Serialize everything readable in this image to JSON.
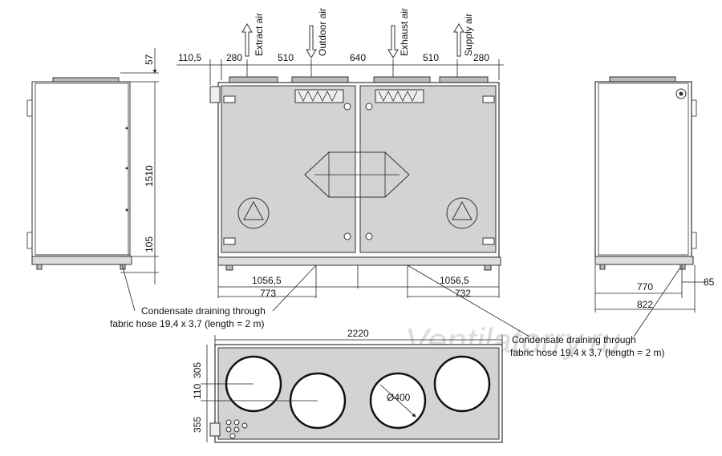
{
  "airflows": {
    "extract": "Extract air",
    "outdoor": "Outdoor air",
    "exhaust": "Exhaust air",
    "supply": "Supply air"
  },
  "dims_top": [
    "110,5",
    "280",
    "510",
    "640",
    "510",
    "280"
  ],
  "dims_left": {
    "top": "57",
    "height": "1510",
    "bottom": "105"
  },
  "dims_front_bottom": {
    "left_a": "1056,5",
    "left_b": "773",
    "right_a": "1056,5",
    "right_b": "732"
  },
  "dims_right": {
    "a": "770",
    "b": "85",
    "c": "822"
  },
  "dims_plan": {
    "width": "2220",
    "a": "305",
    "b": "110",
    "c": "355",
    "diameter": "Ø400"
  },
  "condensate": {
    "left_line1": "Condensate draining through",
    "left_line2": "fabric hose  19,4 x 3,7 (length = 2 m)",
    "right_line1": "Condensate draining through",
    "right_line2": "fabric hose  19,4 x 3,7 (length = 2 m)"
  },
  "watermark": "Ventilatorry.ru",
  "colors": {
    "panel": "#d2d3d5",
    "line": "#222222"
  }
}
